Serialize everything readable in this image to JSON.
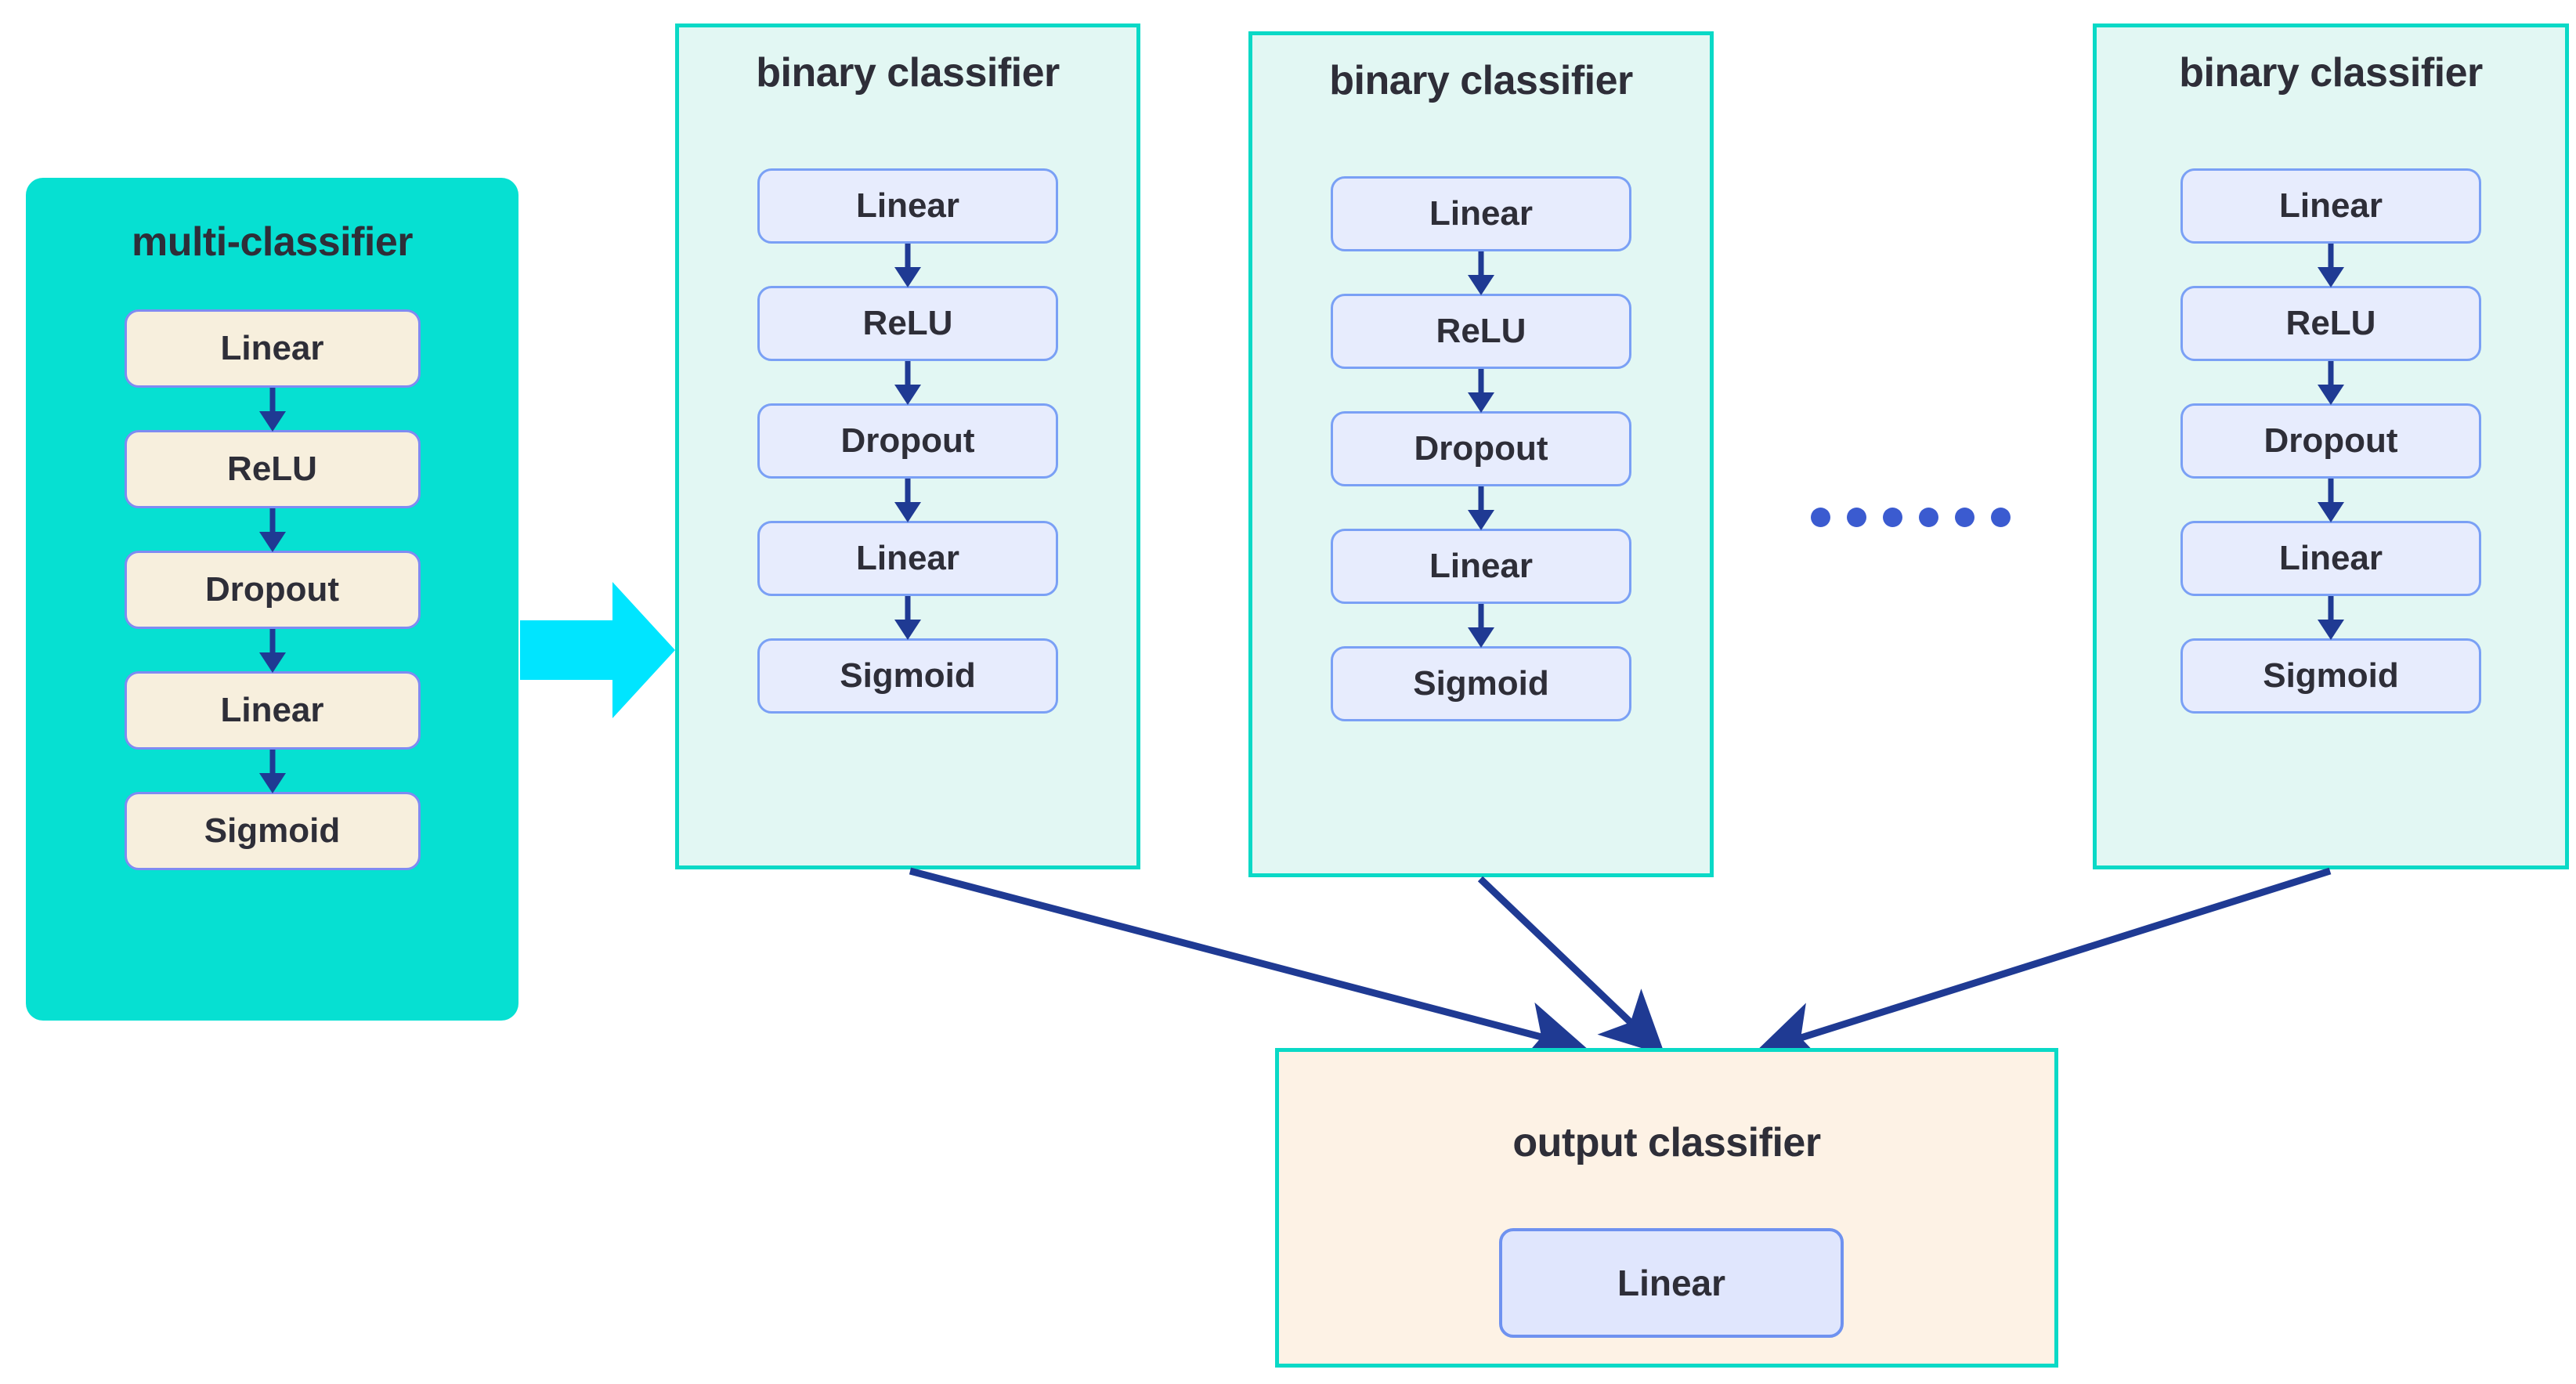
{
  "diagram": {
    "title_text_color": "#2e2e38",
    "background": "#ffffff",
    "accent_cyan": "#0ad9c6",
    "accent_teal_fill": "#06e0d2",
    "binary_fill": "#e2f7f3",
    "output_fill": "#fdf2e5",
    "chip_blue_fill": "#e7ecfd",
    "chip_blue_border": "#7aa0f5",
    "chip_cream_fill": "#f7efdd",
    "chip_cream_border": "#7f8bf2",
    "arrow_navy": "#1f3a93",
    "dot_blue": "#3b5bd0",
    "block_arrow_cyan": "#00e5ff"
  },
  "multi_classifier": {
    "title": "multi-classifier",
    "layers": [
      {
        "label": "Linear"
      },
      {
        "label": "ReLU"
      },
      {
        "label": "Dropout"
      },
      {
        "label": "Linear"
      },
      {
        "label": "Sigmoid"
      }
    ]
  },
  "binary_classifiers": [
    {
      "title": "binary classifier",
      "layers": [
        {
          "label": "Linear"
        },
        {
          "label": "ReLU"
        },
        {
          "label": "Dropout"
        },
        {
          "label": "Linear"
        },
        {
          "label": "Sigmoid"
        }
      ]
    },
    {
      "title": "binary classifier",
      "layers": [
        {
          "label": "Linear"
        },
        {
          "label": "ReLU"
        },
        {
          "label": "Dropout"
        },
        {
          "label": "Linear"
        },
        {
          "label": "Sigmoid"
        }
      ]
    },
    {
      "title": "binary classifier",
      "layers": [
        {
          "label": "Linear"
        },
        {
          "label": "ReLU"
        },
        {
          "label": "Dropout"
        },
        {
          "label": "Linear"
        },
        {
          "label": "Sigmoid"
        }
      ]
    }
  ],
  "ellipsis": {
    "name": "more-binary-classifiers-ellipsis",
    "dot_count": 6
  },
  "output_classifier": {
    "title": "output classifier",
    "layers": [
      {
        "label": "Linear"
      }
    ]
  },
  "connectors": {
    "expand_arrow": {
      "name": "multi-to-binary-expand-arrow",
      "direction": "right"
    },
    "aggregation_arrows": [
      {
        "name": "binary-1-to-output-arrow"
      },
      {
        "name": "binary-2-to-output-arrow"
      },
      {
        "name": "binary-3-to-output-arrow"
      }
    ]
  }
}
